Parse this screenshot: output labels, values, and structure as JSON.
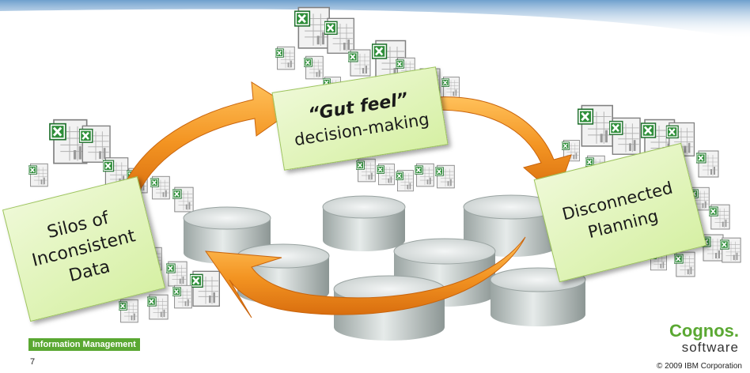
{
  "slide": {
    "notes": {
      "gut_feel": {
        "emphasis": "“Gut feel”",
        "rest": "decision-making"
      },
      "silos": {
        "line1": "Silos of",
        "line2": "Inconsistent",
        "line3": "Data"
      },
      "planning": {
        "line1": "Disconnected",
        "line2": "Planning"
      }
    },
    "footer": {
      "badge": "Information Management",
      "page_number": "7",
      "brand_name": "Cognos.",
      "brand_sub": "software",
      "copyright": "© 2009 IBM Corporation"
    },
    "icons": {
      "spreadsheet": "excel-spreadsheet-icon",
      "database": "database-cylinder-icon",
      "arrow": "curved-arrow-icon"
    },
    "colors": {
      "arrow": "#f08a1e",
      "note": "#d6f0a4",
      "brand": "#5aa832",
      "header_band": "#7fb0d8"
    }
  }
}
